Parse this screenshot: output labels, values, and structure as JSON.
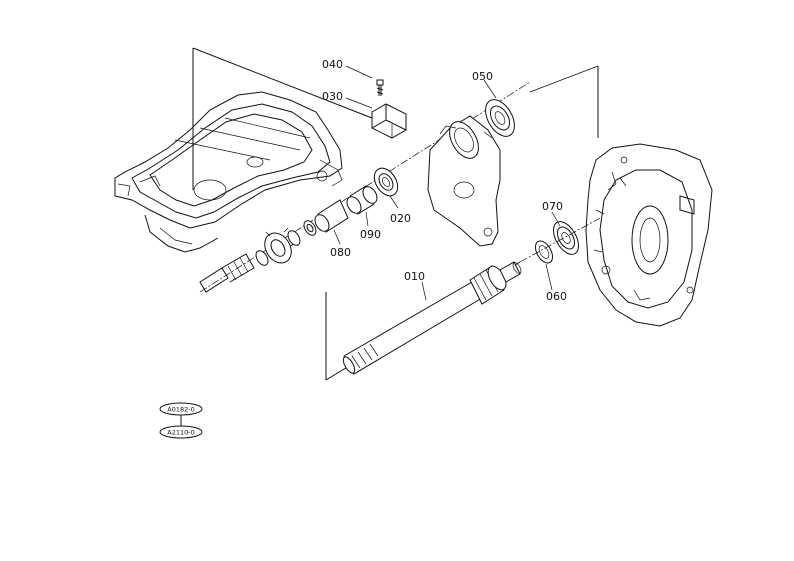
{
  "parts": [
    {
      "id": "callout-040",
      "label": "040"
    },
    {
      "id": "callout-030",
      "label": "030"
    },
    {
      "id": "callout-050",
      "label": "050"
    },
    {
      "id": "callout-020",
      "label": "020"
    },
    {
      "id": "callout-090",
      "label": "090"
    },
    {
      "id": "callout-080",
      "label": "080"
    },
    {
      "id": "callout-070",
      "label": "070"
    },
    {
      "id": "callout-060",
      "label": "060"
    },
    {
      "id": "callout-010",
      "label": "010"
    }
  ],
  "references": [
    {
      "id": "ref-top",
      "label": "A0182-0"
    },
    {
      "id": "ref-bottom",
      "label": "A2110-0"
    }
  ]
}
